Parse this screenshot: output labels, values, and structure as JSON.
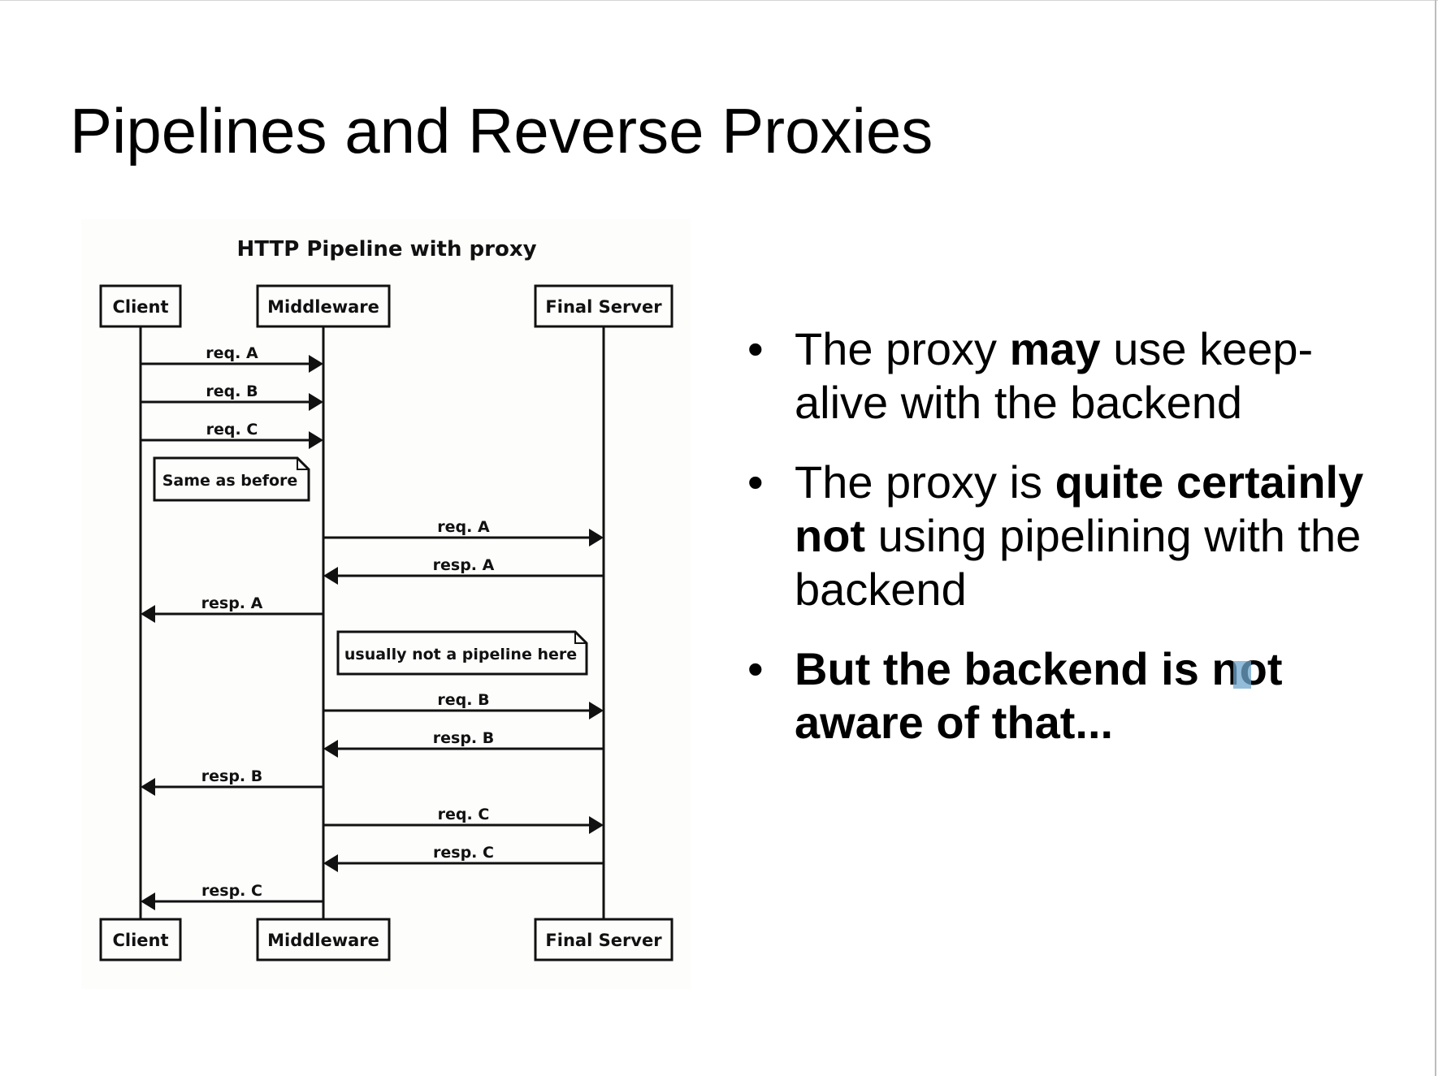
{
  "slide": {
    "title": "Pipelines and Reverse Proxies"
  },
  "diagram": {
    "title": "HTTP Pipeline with proxy",
    "participants": [
      "Client",
      "Middleware",
      "Final Server"
    ],
    "messages": [
      {
        "from": "Client",
        "to": "Middleware",
        "label": "req. A"
      },
      {
        "from": "Client",
        "to": "Middleware",
        "label": "req. B"
      },
      {
        "from": "Client",
        "to": "Middleware",
        "label": "req. C"
      },
      {
        "from": "Middleware",
        "to": "Final Server",
        "label": "req. A"
      },
      {
        "from": "Final Server",
        "to": "Middleware",
        "label": "resp. A"
      },
      {
        "from": "Middleware",
        "to": "Client",
        "label": "resp. A"
      },
      {
        "from": "Middleware",
        "to": "Final Server",
        "label": "req. B"
      },
      {
        "from": "Final Server",
        "to": "Middleware",
        "label": "resp. B"
      },
      {
        "from": "Middleware",
        "to": "Client",
        "label": "resp. B"
      },
      {
        "from": "Middleware",
        "to": "Final Server",
        "label": "req. C"
      },
      {
        "from": "Final Server",
        "to": "Middleware",
        "label": "resp. C"
      },
      {
        "from": "Middleware",
        "to": "Client",
        "label": "resp. C"
      }
    ],
    "notes": [
      "Same as before",
      "usually not a pipeline here"
    ]
  },
  "bullets": [
    {
      "runs": [
        {
          "text": "The proxy ",
          "bold": false
        },
        {
          "text": "may",
          "bold": true
        },
        {
          "text": " use keep-alive with the backend",
          "bold": false
        }
      ]
    },
    {
      "runs": [
        {
          "text": "The proxy is ",
          "bold": false
        },
        {
          "text": "quite certainly not",
          "bold": true
        },
        {
          "text": " using pipelining with the backend",
          "bold": false
        }
      ]
    },
    {
      "runs": [
        {
          "text": "But the backend is not aware of that...",
          "bold": true
        }
      ]
    }
  ],
  "bullet_marker": "•"
}
